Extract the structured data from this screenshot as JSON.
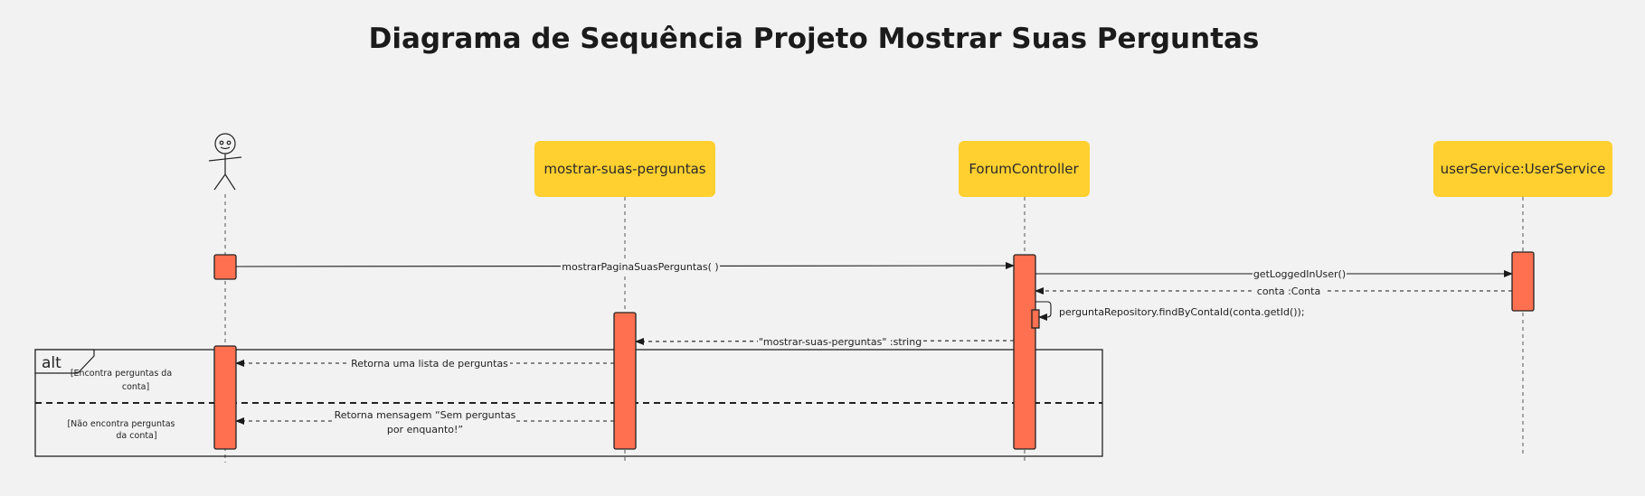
{
  "title": "Diagrama de Sequência Projeto Mostrar Suas Perguntas",
  "colors": {
    "background": "#f2f2f2",
    "participant_box": "#ffd02f",
    "activation": "#ff7050"
  },
  "participants": [
    {
      "label": ""
    },
    {
      "label": "mostrar-suas-perguntas"
    },
    {
      "label": "ForumController"
    },
    {
      "label": "userService:UserService"
    }
  ],
  "messages": {
    "m1": "mostrarPaginaSuasPerguntas( )",
    "m2": "getLoggedInUser()",
    "m3": "conta :Conta",
    "m4": "perguntaRepository.findByContaId(conta.getId());",
    "m5": "\"mostrar-suas-perguntas\" :string",
    "m6": "Retorna uma lista de perguntas",
    "m7_line1": "Retorna mensagem “Sem perguntas",
    "m7_line2": "por enquanto!”"
  },
  "alt": {
    "label": "alt",
    "guard1_line1": "[Encontra perguntas da",
    "guard1_line2": "conta]",
    "guard2_line1": "[Não encontra perguntas",
    "guard2_line2": "da conta]"
  }
}
